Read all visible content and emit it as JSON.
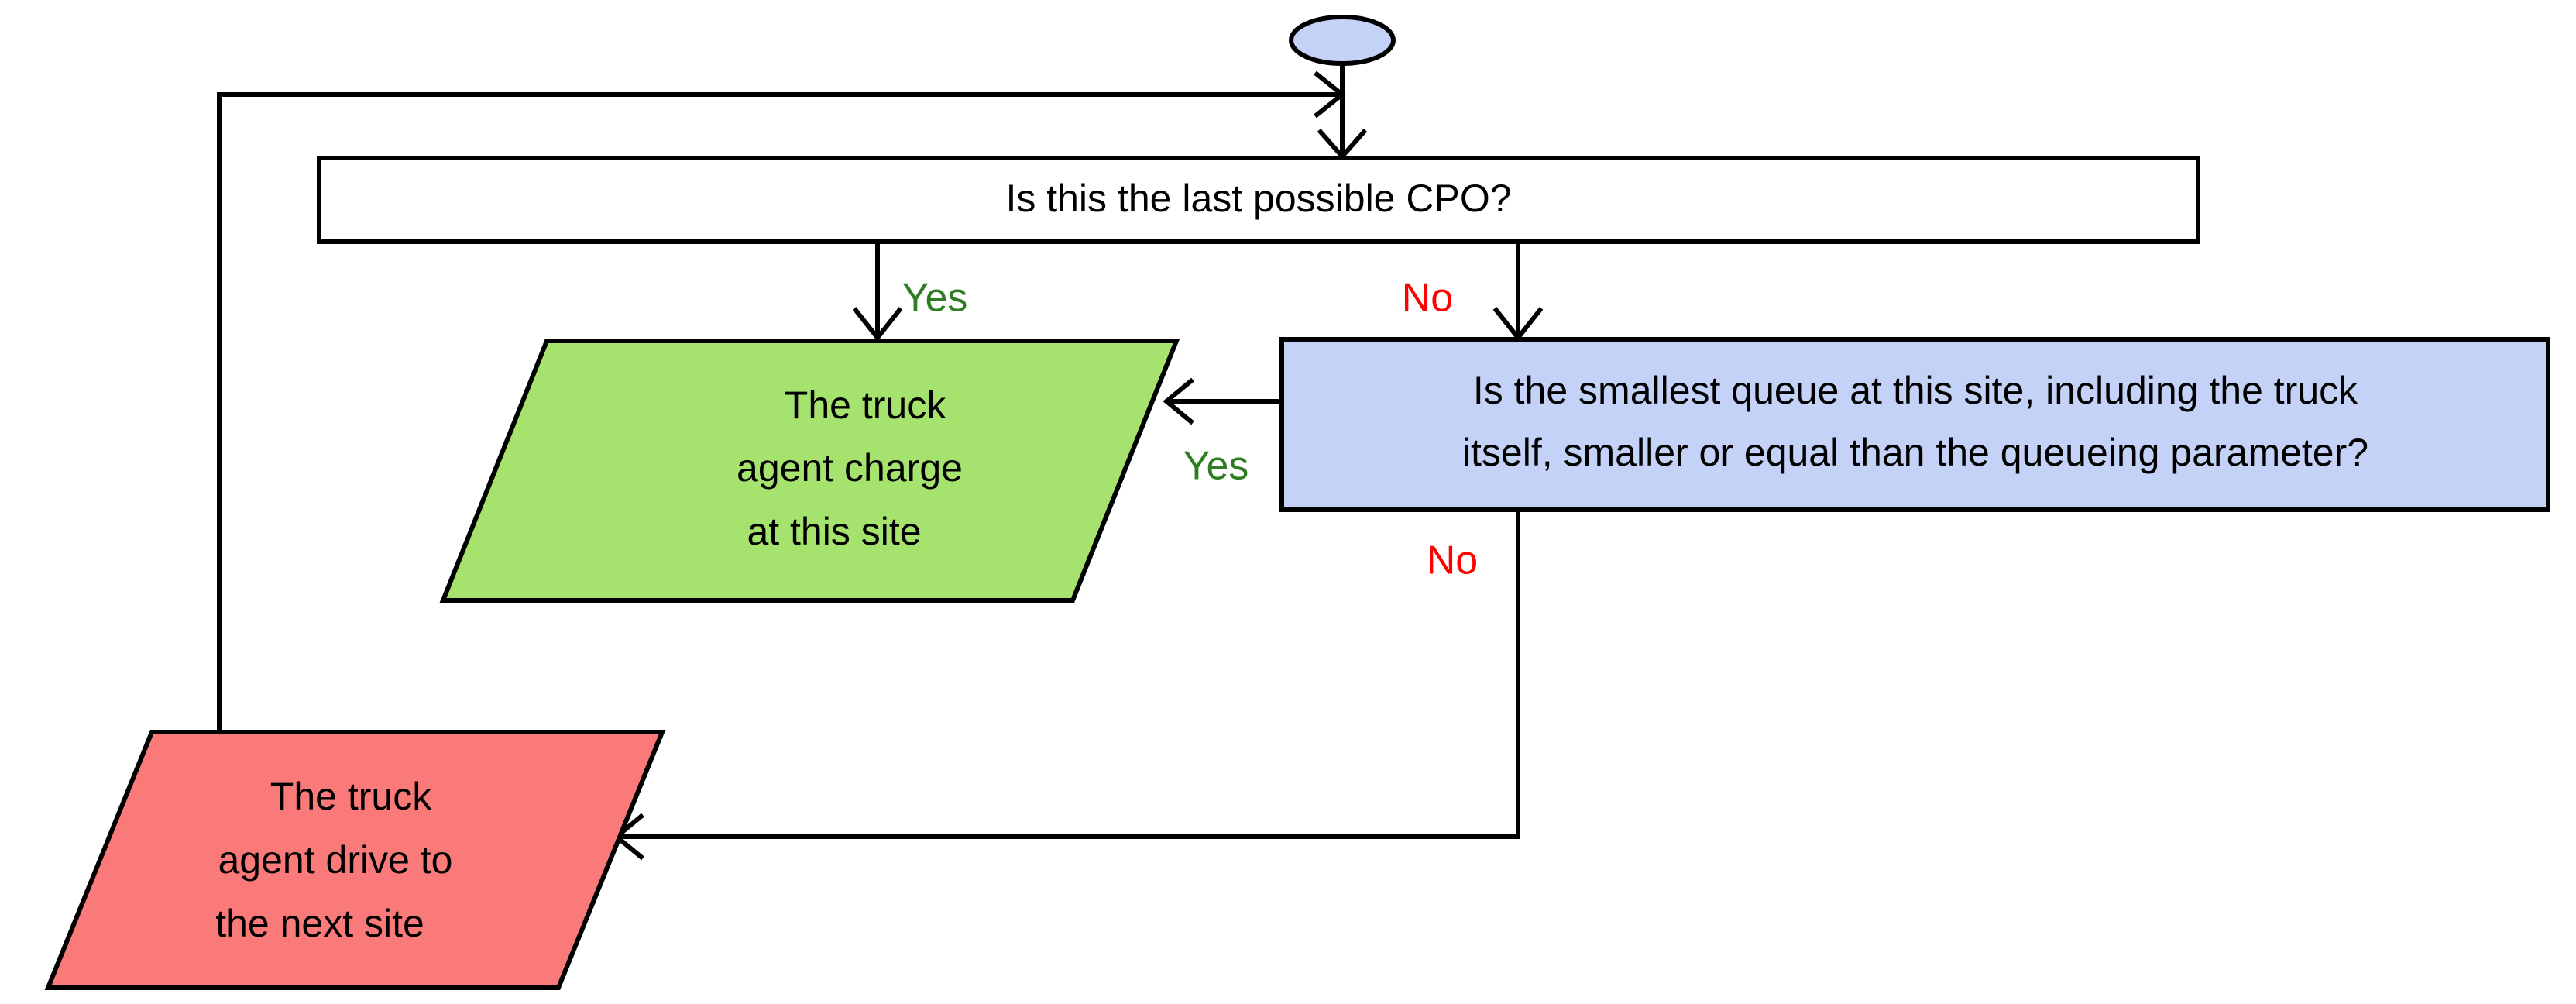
{
  "diagram": {
    "title": "Truck agent charging decision flowchart",
    "background": "#ffffff"
  },
  "colors": {
    "start_fill": "#C5D2F7",
    "decision_white_fill": "#FFFFFF",
    "decision_blue_fill": "#C5D2F7",
    "action_green_fill": "#A6E26E",
    "action_red_fill": "#FA7979",
    "stroke": "#000000",
    "yes_label": "#2E7D23",
    "no_label": "#FF0000"
  },
  "nodes": {
    "start": {
      "name": "start-node",
      "shape": "ellipse",
      "label": ""
    },
    "decision_cpo": {
      "name": "decision-last-cpo",
      "shape": "rectangle",
      "label": "Is this the last possible CPO?"
    },
    "decision_queue": {
      "name": "decision-smallest-queue",
      "shape": "rectangle",
      "line1": "Is the smallest queue at this site, including the truck",
      "line2": "itself, smaller or equal than the queueing parameter?"
    },
    "action_charge": {
      "name": "action-charge-at-site",
      "shape": "parallelogram",
      "line1": "The truck",
      "line2": "agent charge",
      "line3": "at this site"
    },
    "action_drive": {
      "name": "action-drive-next-site",
      "shape": "parallelogram",
      "line1": "The truck",
      "line2": "agent drive to",
      "line3": "the next site"
    }
  },
  "edges": {
    "cpo_yes": {
      "label": "Yes",
      "from": "decision_cpo",
      "to": "action_charge"
    },
    "cpo_no": {
      "label": "No",
      "from": "decision_cpo",
      "to": "decision_queue"
    },
    "queue_yes": {
      "label": "Yes",
      "from": "decision_queue",
      "to": "action_charge"
    },
    "queue_no": {
      "label": "No",
      "from": "decision_queue",
      "to": "action_drive"
    },
    "loop_back": {
      "label": "",
      "from": "action_drive",
      "to": "decision_cpo"
    }
  }
}
